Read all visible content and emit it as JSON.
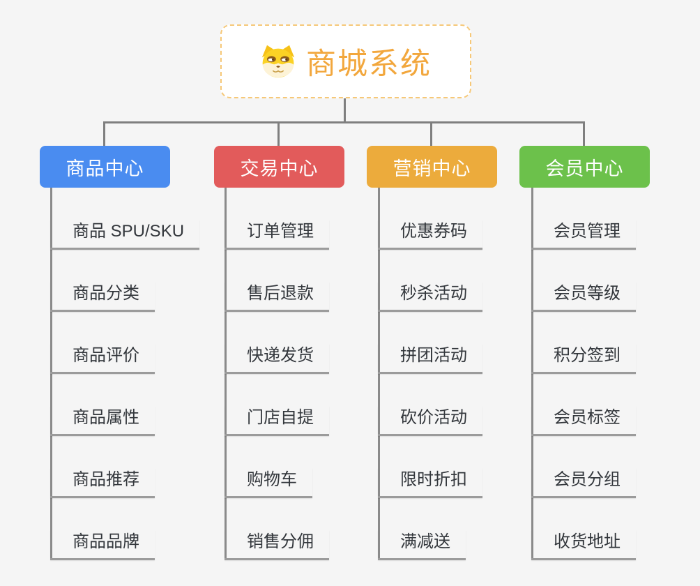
{
  "canvas": {
    "background": "#f5f5f5",
    "connector_color": "#7f7f7f",
    "leaf_underline_color": "#9b9b9b",
    "leaf_text_color": "#33373c"
  },
  "root": {
    "title": "商城系统",
    "icon": "shiba-dog-icon",
    "title_color": "#f2a73d",
    "border_color": "#f6c878",
    "background": "#ffffff"
  },
  "branches": [
    {
      "label": "商品中心",
      "color": "#4a8cf0",
      "children": [
        "商品 SPU/SKU",
        "商品分类",
        "商品评价",
        "商品属性",
        "商品推荐",
        "商品品牌"
      ]
    },
    {
      "label": "交易中心",
      "color": "#e25b5b",
      "children": [
        "订单管理",
        "售后退款",
        "快递发货",
        "门店自提",
        "购物车",
        "销售分佣"
      ]
    },
    {
      "label": "营销中心",
      "color": "#ecab3c",
      "children": [
        "优惠券码",
        "秒杀活动",
        "拼团活动",
        "砍价活动",
        "限时折扣",
        "满减送"
      ]
    },
    {
      "label": "会员中心",
      "color": "#6cc14b",
      "children": [
        "会员管理",
        "会员等级",
        "积分签到",
        "会员标签",
        "会员分组",
        "收货地址"
      ]
    }
  ]
}
